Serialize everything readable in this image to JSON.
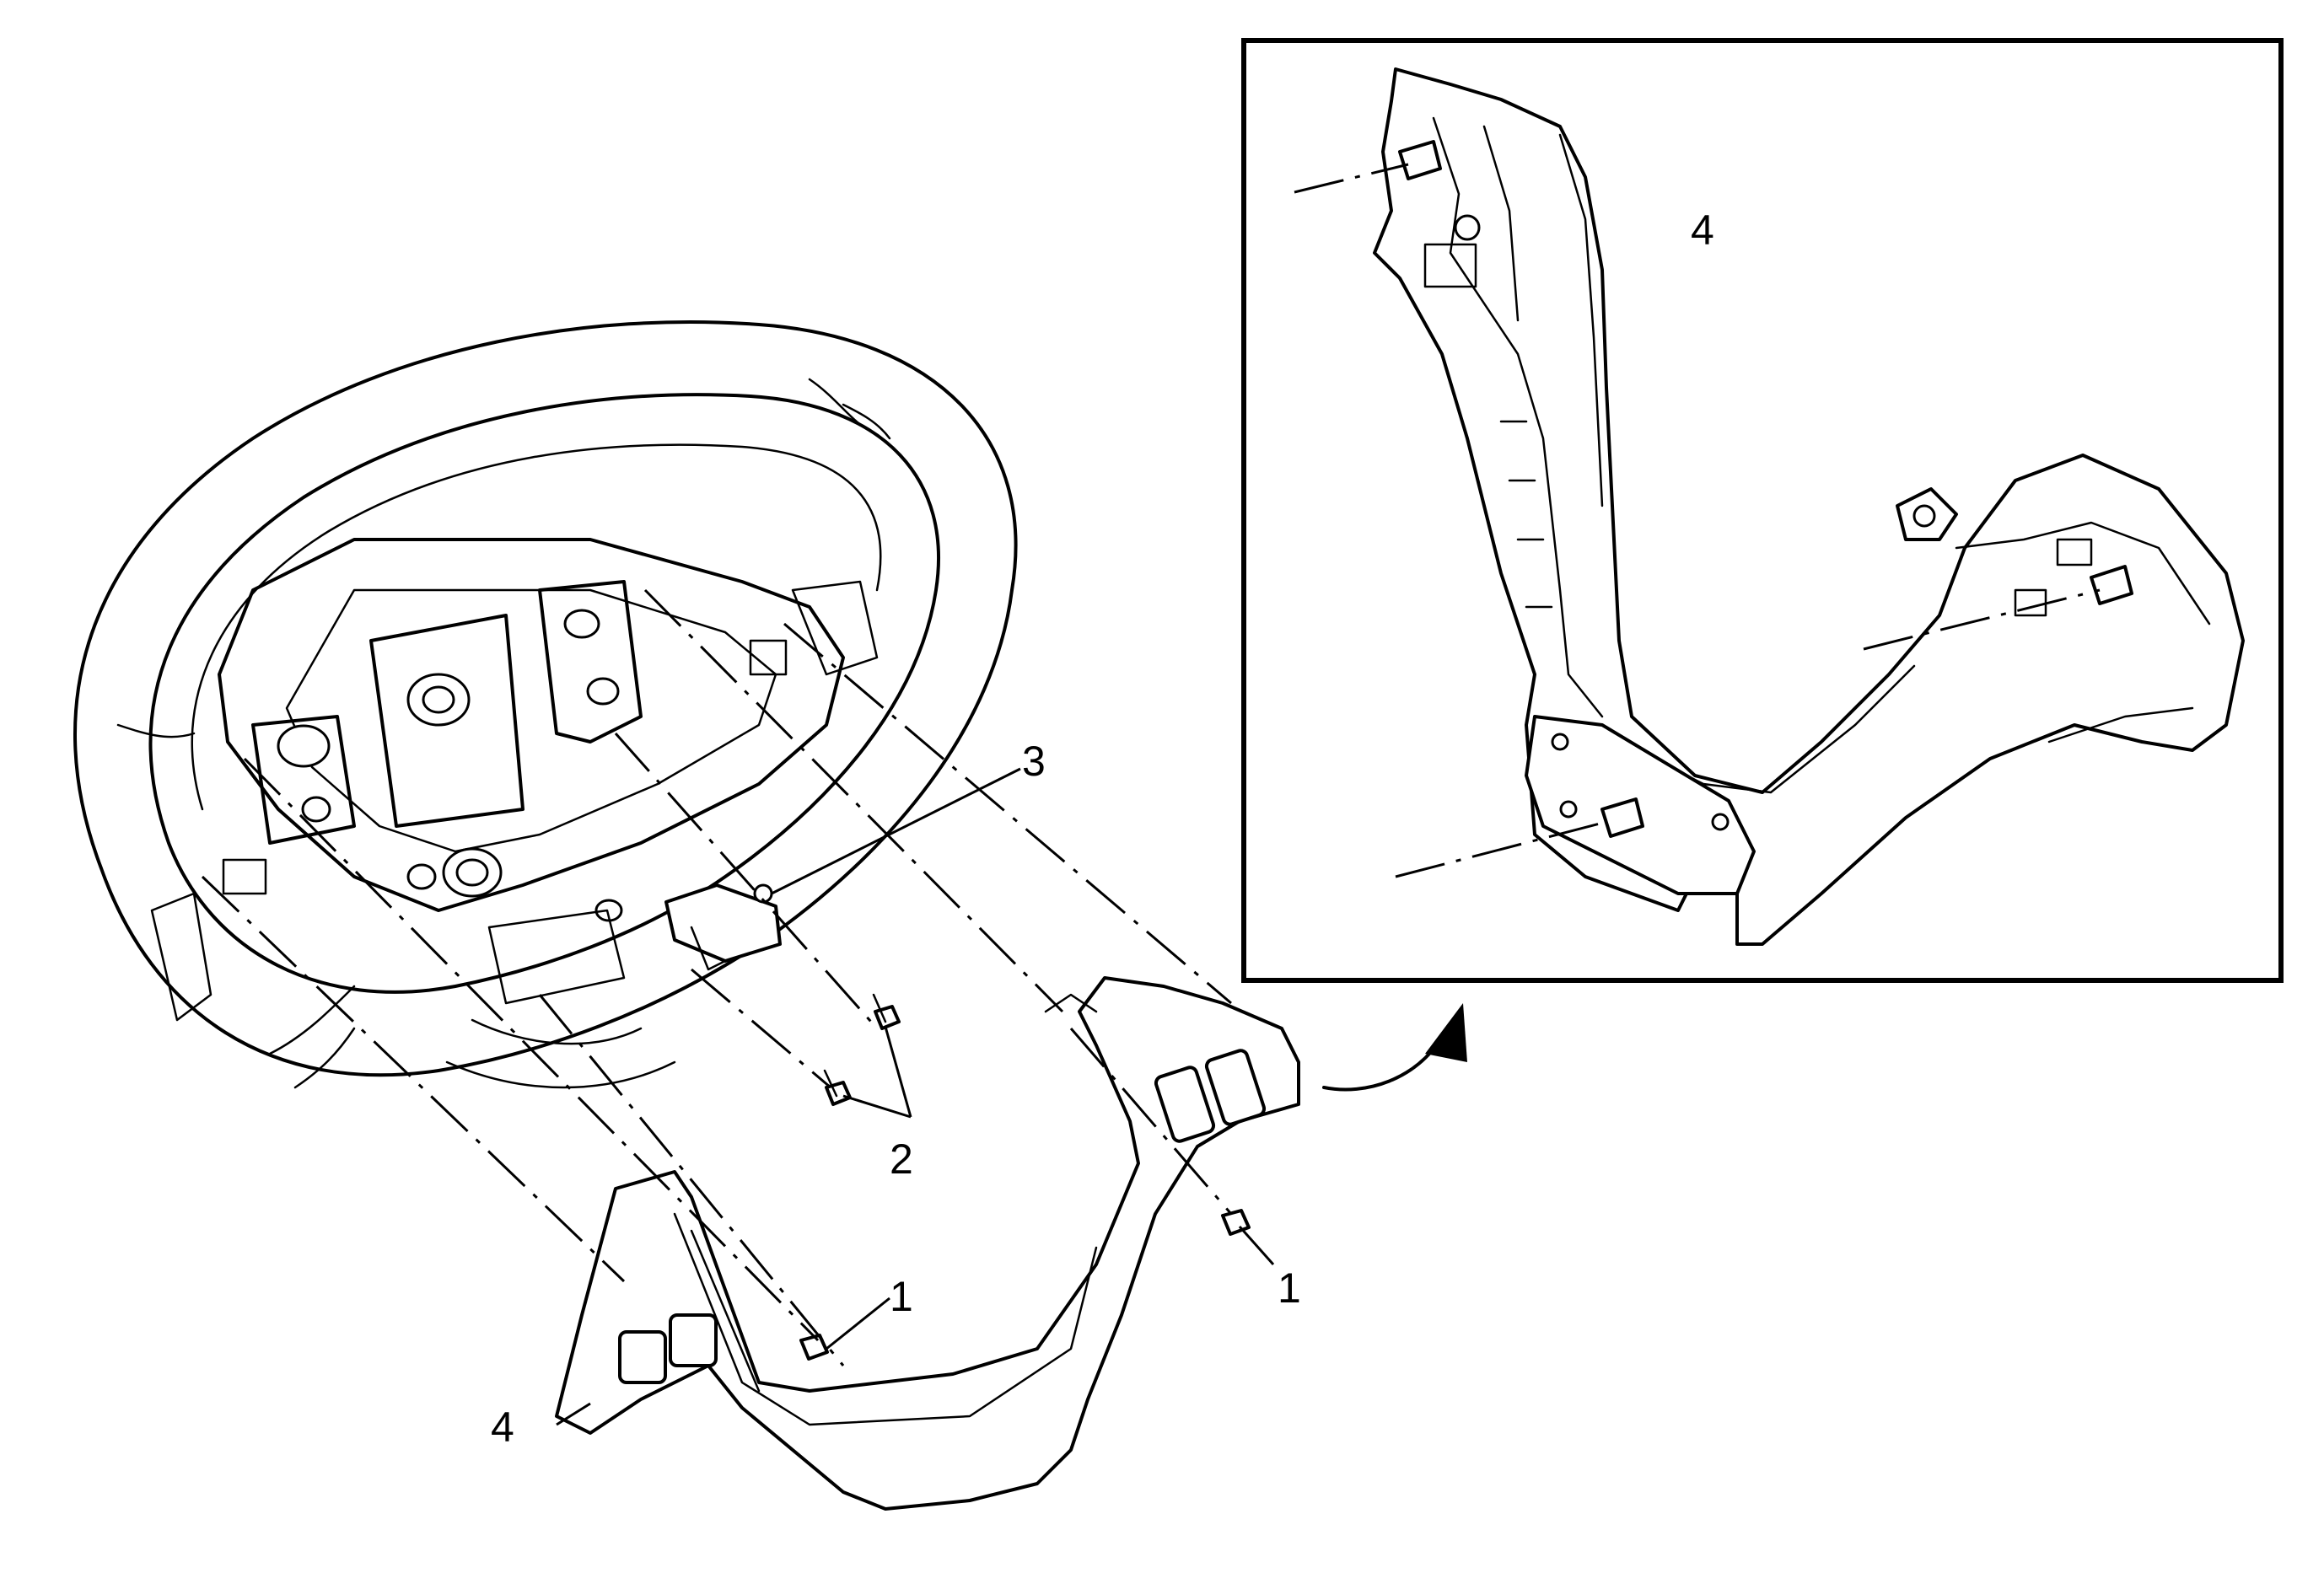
{
  "callouts": {
    "c1a": "1",
    "c1b": "1",
    "c2": "2",
    "c3": "3",
    "c4a": "4",
    "c4b": "4"
  },
  "colors": {
    "line": "#000000",
    "background": "#ffffff"
  },
  "icons": [
    "curved-arrow-icon",
    "screw-icon",
    "clip-icon"
  ]
}
